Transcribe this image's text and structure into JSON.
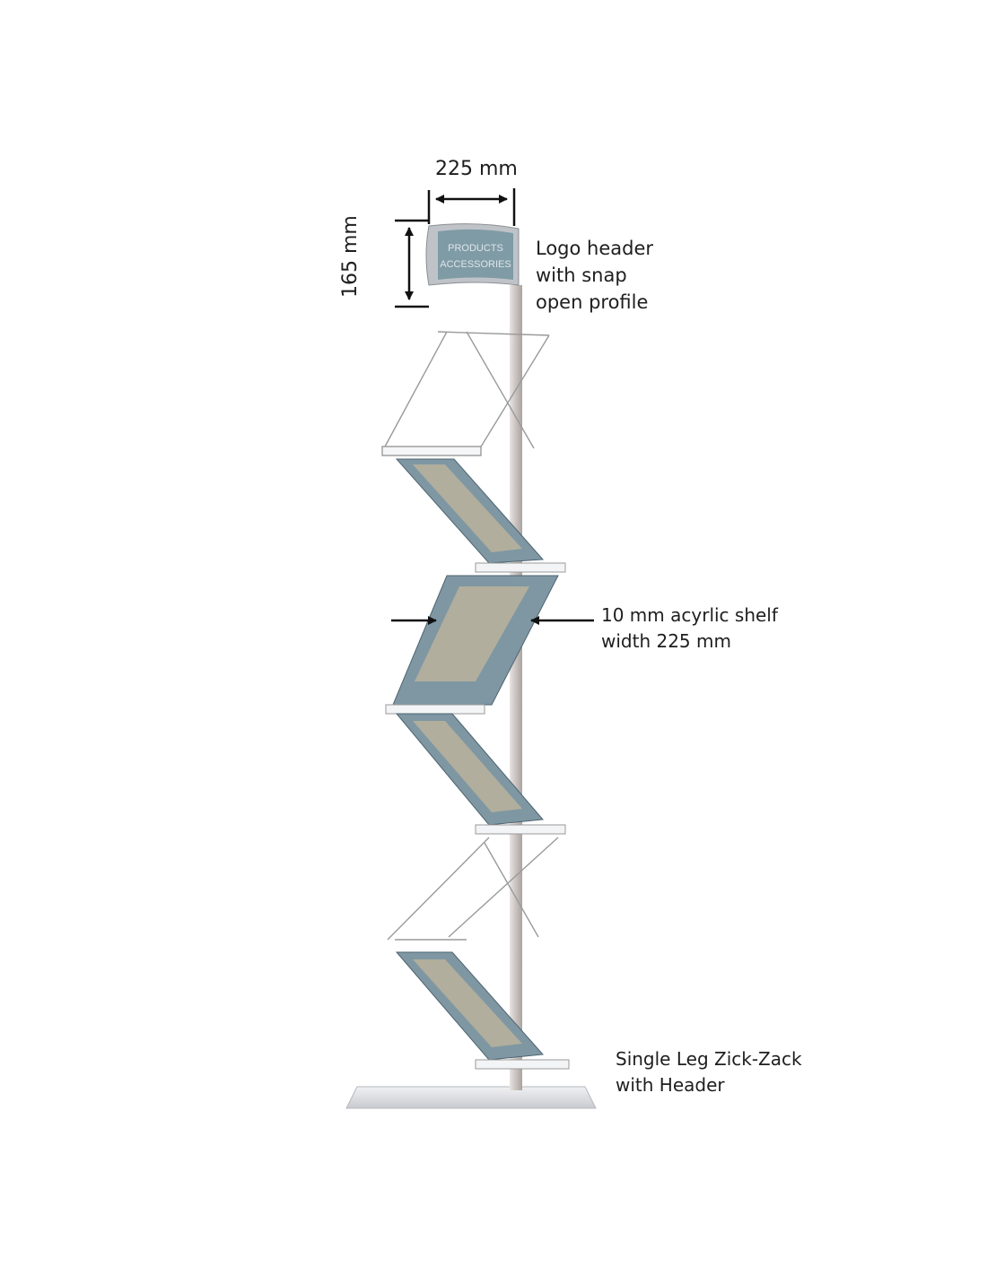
{
  "dimensions": {
    "header_width": "225 mm",
    "header_height": "165 mm"
  },
  "header_sign": {
    "line1": "PRODUCTS",
    "line2": "ACCESSORIES"
  },
  "callouts": {
    "logo_header": [
      "Logo header",
      "with snap",
      "open profile"
    ],
    "shelf": [
      "10 mm acyrlic shelf",
      "width 225 mm"
    ],
    "product": [
      "Single Leg Zick-Zack",
      "with Header"
    ]
  },
  "colors": {
    "brochure": "#7e97a3",
    "pole": "#cfc9c6",
    "sign": "#7f9ba6"
  }
}
